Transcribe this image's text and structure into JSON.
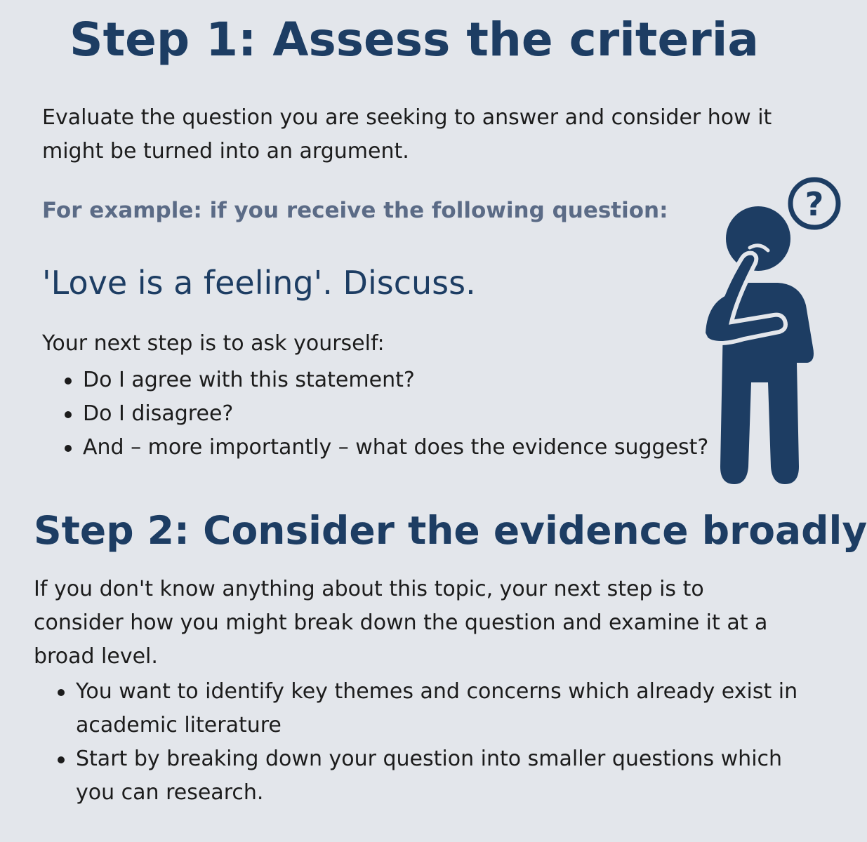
{
  "step1": {
    "title": "Step 1: Assess the criteria",
    "paragraph": "Evaluate the question you are seeking to answer and consider how it might be turned into an argument.",
    "example_label": "For example: if you receive the following question:",
    "quote": "'Love is a feeling'. Discuss.",
    "intro": "Your next step is to ask yourself:",
    "bullets": [
      "Do I agree with this statement?",
      "Do I disagree?",
      "And – more importantly – what does the evidence suggest?"
    ]
  },
  "step2": {
    "title": "Step 2: Consider the evidence broadly",
    "paragraph": "If you don't know anything about this topic, your next step is to consider how you might break down the question and examine it at a broad level.",
    "bullets": [
      "You want to identify key themes and concerns which already exist in academic literature",
      "Start by breaking down your question into smaller questions which you can research."
    ]
  },
  "illustration": {
    "icon": "thinking-person-icon",
    "question_mark": "?",
    "color": "#1d3d63"
  }
}
